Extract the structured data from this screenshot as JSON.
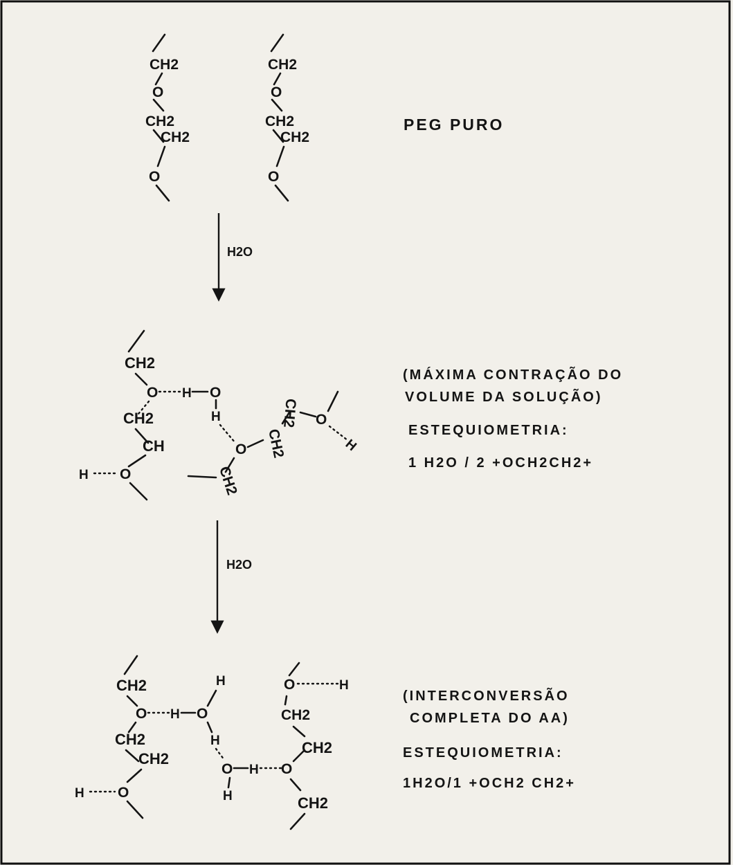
{
  "labels": {
    "state1": "PEG PURO",
    "state2_line1": "(MÁXIMA CONTRAÇÃO DO",
    "state2_line2": "VOLUME DA SOLUÇÃO)",
    "state2_stoich_title": "ESTEQUIOMETRIA:",
    "state2_stoich": "1 H2O / 2 +OCH2CH2+",
    "state3_line1": "(INTERCONVERSÃO",
    "state3_line2": "COMPLETA DO AA)",
    "state3_stoich_title": "ESTEQUIOMETRIA:",
    "state3_stoich": "1H2O/1 +OCH2 CH2+"
  },
  "arrows": [
    {
      "label": "H2O"
    },
    {
      "label": "H2O"
    }
  ],
  "atoms": {
    "o": "O",
    "h": "H",
    "ch2": "CH2",
    "ch": "CH"
  },
  "colors": {
    "ink": "#141414",
    "paper": "#f2f0ea",
    "frame": "#101010"
  }
}
